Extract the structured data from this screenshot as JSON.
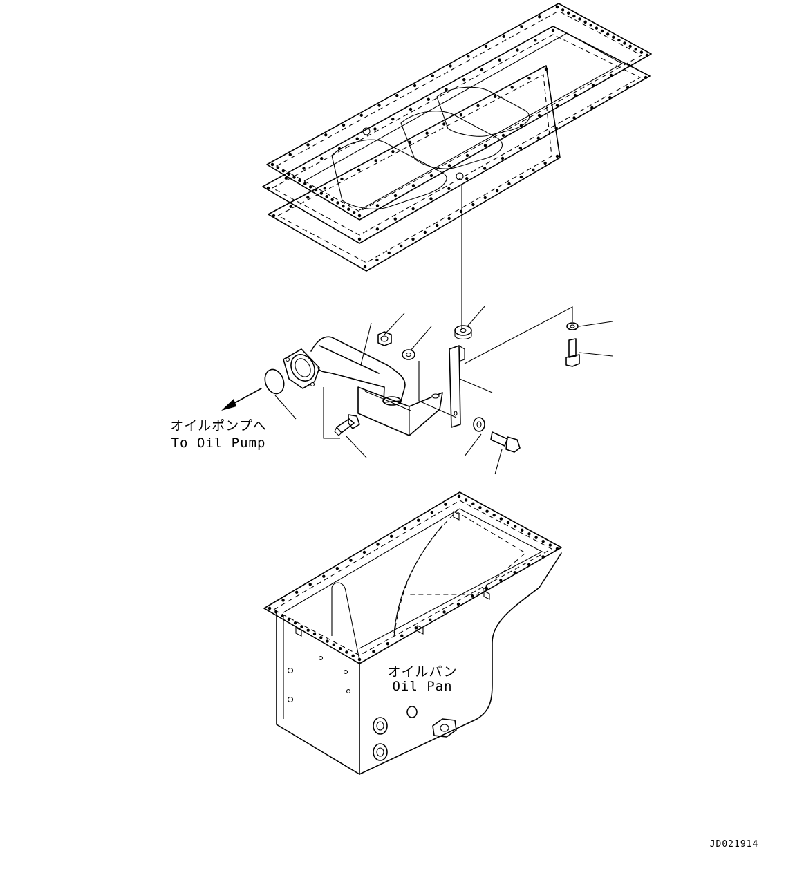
{
  "labels": {
    "oil_pump_jp": "オイルポンプへ",
    "oil_pump_en": "To Oil Pump",
    "oil_pan_jp": "オイルパン",
    "oil_pan_en": "Oil Pan",
    "drawing_code": "JD021914"
  },
  "parts": [
    "gasket-upper",
    "gasket-middle",
    "gasket-lower",
    "suction-tube",
    "o-ring",
    "nut",
    "washer",
    "bolt",
    "spacer",
    "bracket",
    "washer-right",
    "bolt-right",
    "washer-lower",
    "bolt-lower",
    "oil-pan"
  ]
}
